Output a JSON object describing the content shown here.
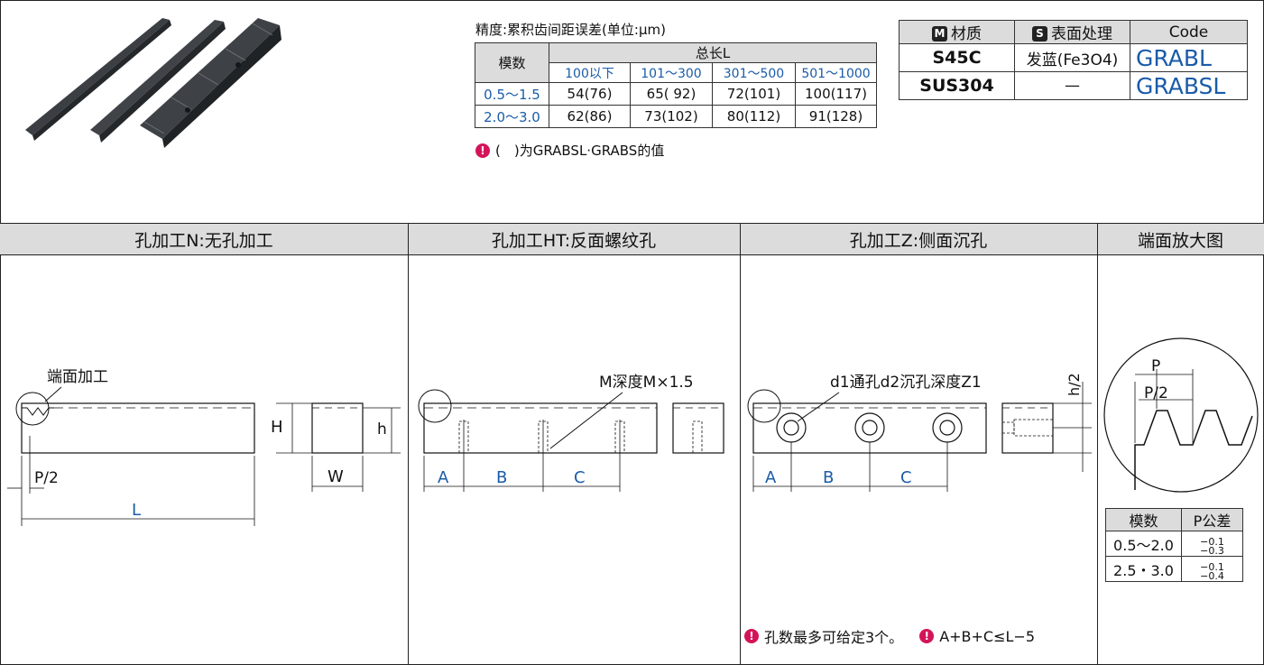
{
  "precision": {
    "title": "精度:累积齿间距误差(单位:μm)",
    "module_header": "模数",
    "total_length_header": "总长L",
    "length_ranges": [
      "100以下",
      "101～300",
      "301～500",
      "501～1000"
    ],
    "rows": [
      {
        "module": "0.5～1.5",
        "values": [
          "54(76)",
          "65( 92)",
          "72(101)",
          "100(117)"
        ]
      },
      {
        "module": "2.0～3.0",
        "values": [
          "62(86)",
          "73(102)",
          "80(112)",
          "91(128)"
        ]
      }
    ],
    "note": "(　)为GRABSL·GRABS的值"
  },
  "material": {
    "headers": {
      "m_badge": "M",
      "material": "材质",
      "s_badge": "S",
      "surface": "表面处理",
      "code": "Code"
    },
    "rows": [
      {
        "material": "S45C",
        "surface": "发蓝(Fe3O4)",
        "code": "GRABL"
      },
      {
        "material": "SUS304",
        "surface": "—",
        "code": "GRABSL"
      }
    ]
  },
  "sections": {
    "n": "孔加工N:无孔加工",
    "ht": "孔加工HT:反面螺纹孔",
    "z": "孔加工Z:侧面沉孔",
    "end": "端面放大图"
  },
  "drawing": {
    "end_machining": "端面加工",
    "P_half": "P/2",
    "L": "L",
    "H": "H",
    "h": "h",
    "W": "W",
    "A": "A",
    "B": "B",
    "C": "C",
    "tap": "M深度M×1.5",
    "counterbore": "d1通孔d2沉孔深度Z1",
    "h_half": "h/2",
    "P": "P"
  },
  "tolerance": {
    "module_header": "模数",
    "p_header": "P公差",
    "rows": [
      {
        "module": "0.5～2.0",
        "upper": "−0.1",
        "lower": "−0.3"
      },
      {
        "module": "2.5・3.0",
        "upper": "−0.1",
        "lower": "−0.4"
      }
    ]
  },
  "notes": {
    "holes": "孔数最多可给定3个。",
    "formula": "A+B+C≤L−5"
  },
  "colors": {
    "accent_blue": "#1a5ba8",
    "warning": "#d4145a",
    "header_gray": "#dcdcdc"
  }
}
